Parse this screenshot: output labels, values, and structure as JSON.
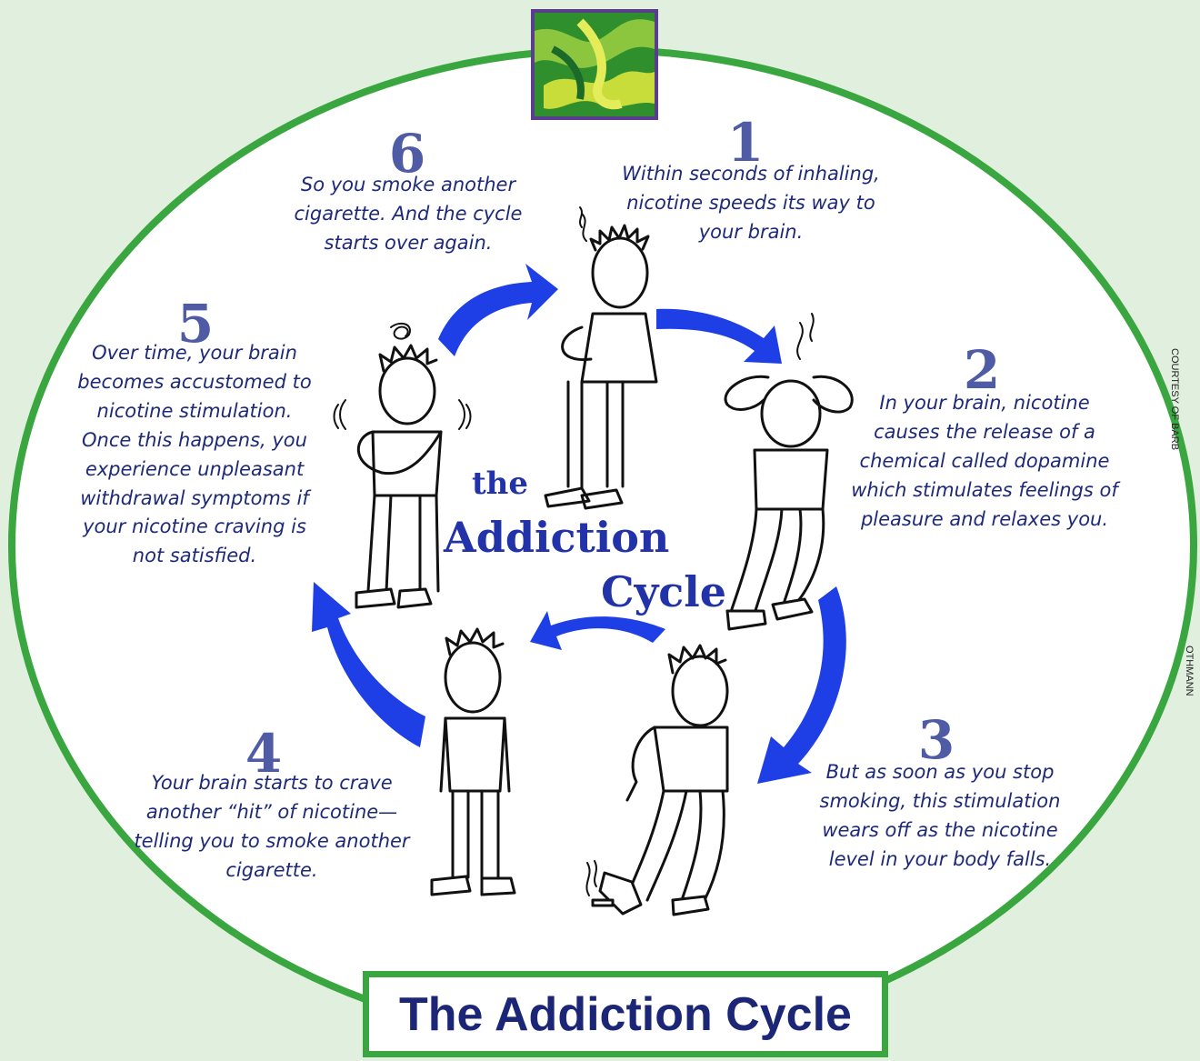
{
  "title": "The Addiction Cycle",
  "center_label": {
    "line1": "the",
    "line2": "Addiction",
    "line3": "Cycle"
  },
  "credits": {
    "top": "COURTESY OF BARB",
    "bottom": "OTHMANN"
  },
  "steps": [
    {
      "num": "1",
      "text": "Within seconds of inhaling, nicotine speeds its way to your brain."
    },
    {
      "num": "2",
      "text": "In your brain, nicotine causes the release of a chemical called dopamine which stimulates feelings of pleasure and relaxes you."
    },
    {
      "num": "3",
      "text": "But as soon as you stop smoking, this stimulation wears off as the nicotine level in your body falls."
    },
    {
      "num": "4",
      "text": "Your brain starts to crave another “hit” of nicotine—telling you to smoke another cigarette."
    },
    {
      "num": "5",
      "text": "Over time, your brain becomes accustomed to nicotine stimulation. Once this happens, you experience unpleasant withdrawal symptoms if your nicotine craving is not satisfied."
    },
    {
      "num": "6",
      "text": "So you smoke another cigarette. And the cycle starts over again."
    }
  ],
  "colors": {
    "background": "#e1efdf",
    "ellipse_border": "#3aa63f",
    "arrow": "#1f3fe6",
    "number": "#4f5ba5",
    "text": "#1e2a78",
    "title": "#1c2677"
  },
  "icons": [
    "hands-logo-icon",
    "cycle-arrow-icon",
    "person-figure-icon"
  ]
}
